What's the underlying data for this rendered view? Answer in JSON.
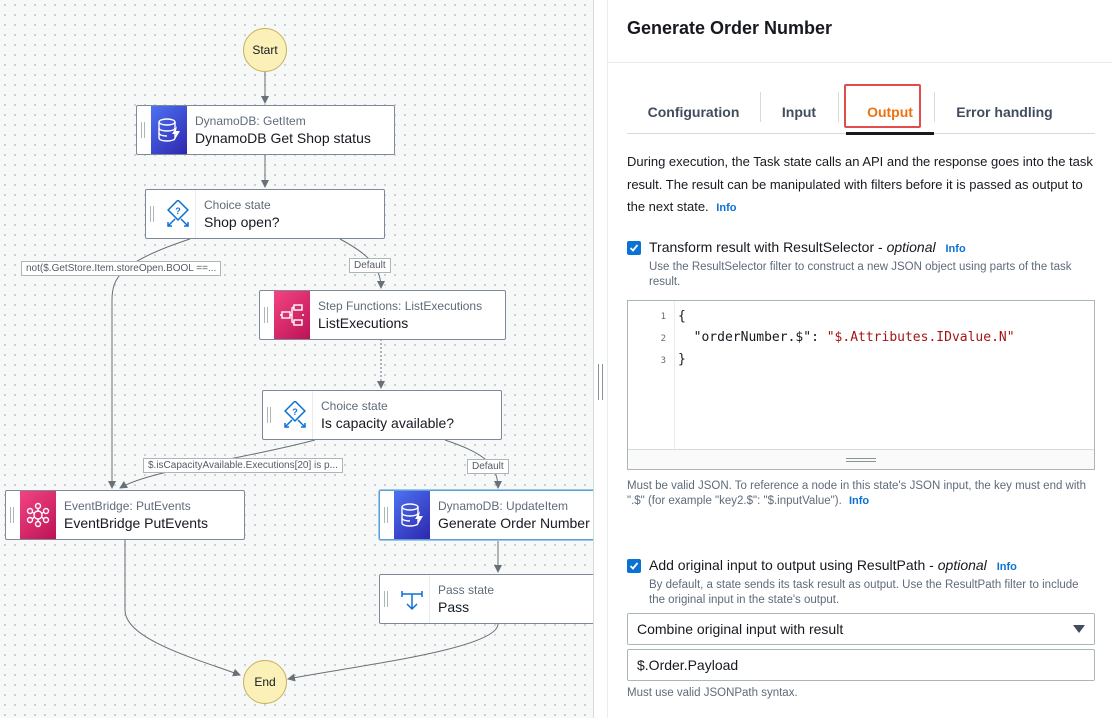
{
  "canvas": {
    "start_label": "Start",
    "end_label": "End",
    "nodes": [
      {
        "id": "getitem",
        "type": "DynamoDB: GetItem",
        "name": "DynamoDB Get Shop status"
      },
      {
        "id": "choice1",
        "type": "Choice state",
        "name": "Shop open?"
      },
      {
        "id": "listexec",
        "type": "Step Functions: ListExecutions",
        "name": "ListExecutions"
      },
      {
        "id": "choice2",
        "type": "Choice state",
        "name": "Is capacity available?"
      },
      {
        "id": "putevents",
        "type": "EventBridge: PutEvents",
        "name": "EventBridge PutEvents"
      },
      {
        "id": "updateitem",
        "type": "DynamoDB: UpdateItem",
        "name": "Generate Order Number"
      },
      {
        "id": "pass",
        "type": "Pass state",
        "name": "Pass"
      }
    ],
    "edge_labels": {
      "shop_closed": "not($.GetStore.Item.storeOpen.BOOL ==...",
      "default1": "Default",
      "capacity": "$.isCapacityAvailable.Executions[20] is p...",
      "default2": "Default"
    }
  },
  "panel": {
    "title": "Generate Order Number",
    "tabs": [
      "Configuration",
      "Input",
      "Output",
      "Error handling"
    ],
    "active_tab": "Output",
    "description": "During execution, the Task state calls an API and the response goes into the task result. The result can be manipulated with filters before it is passed as output to the next state.",
    "info_label": "Info",
    "result_selector": {
      "checked": true,
      "label": "Transform result with ResultSelector - ",
      "optional": "optional",
      "hint": "Use the ResultSelector filter to construct a new JSON object using parts of the task result.",
      "code_lines": [
        "{",
        "  \"orderNumber.$\": \"$.Attributes.IDvalue.N\"",
        "}"
      ],
      "line_numbers": [
        "1",
        "2",
        "3"
      ],
      "code_key": "\"orderNumber.$\"",
      "code_value": "\"$.Attributes.IDvalue.N\"",
      "validation": "Must be valid JSON. To reference a node in this state's JSON input, the key must end with \".$\" (for example \"key2.$\": \"$.inputValue\")."
    },
    "result_path": {
      "checked": true,
      "label": "Add original input to output using ResultPath - ",
      "optional": "optional",
      "hint": "By default, a state sends its task result as output. Use the ResultPath filter to include the original input in the state's output.",
      "select_value": "Combine original input with result",
      "input_value": "$.Order.Payload",
      "validation": "Must use valid JSONPath syntax."
    }
  },
  "colors": {
    "accent": "#ec7211",
    "link": "#0972d3",
    "highlight": "#e14c4c"
  }
}
